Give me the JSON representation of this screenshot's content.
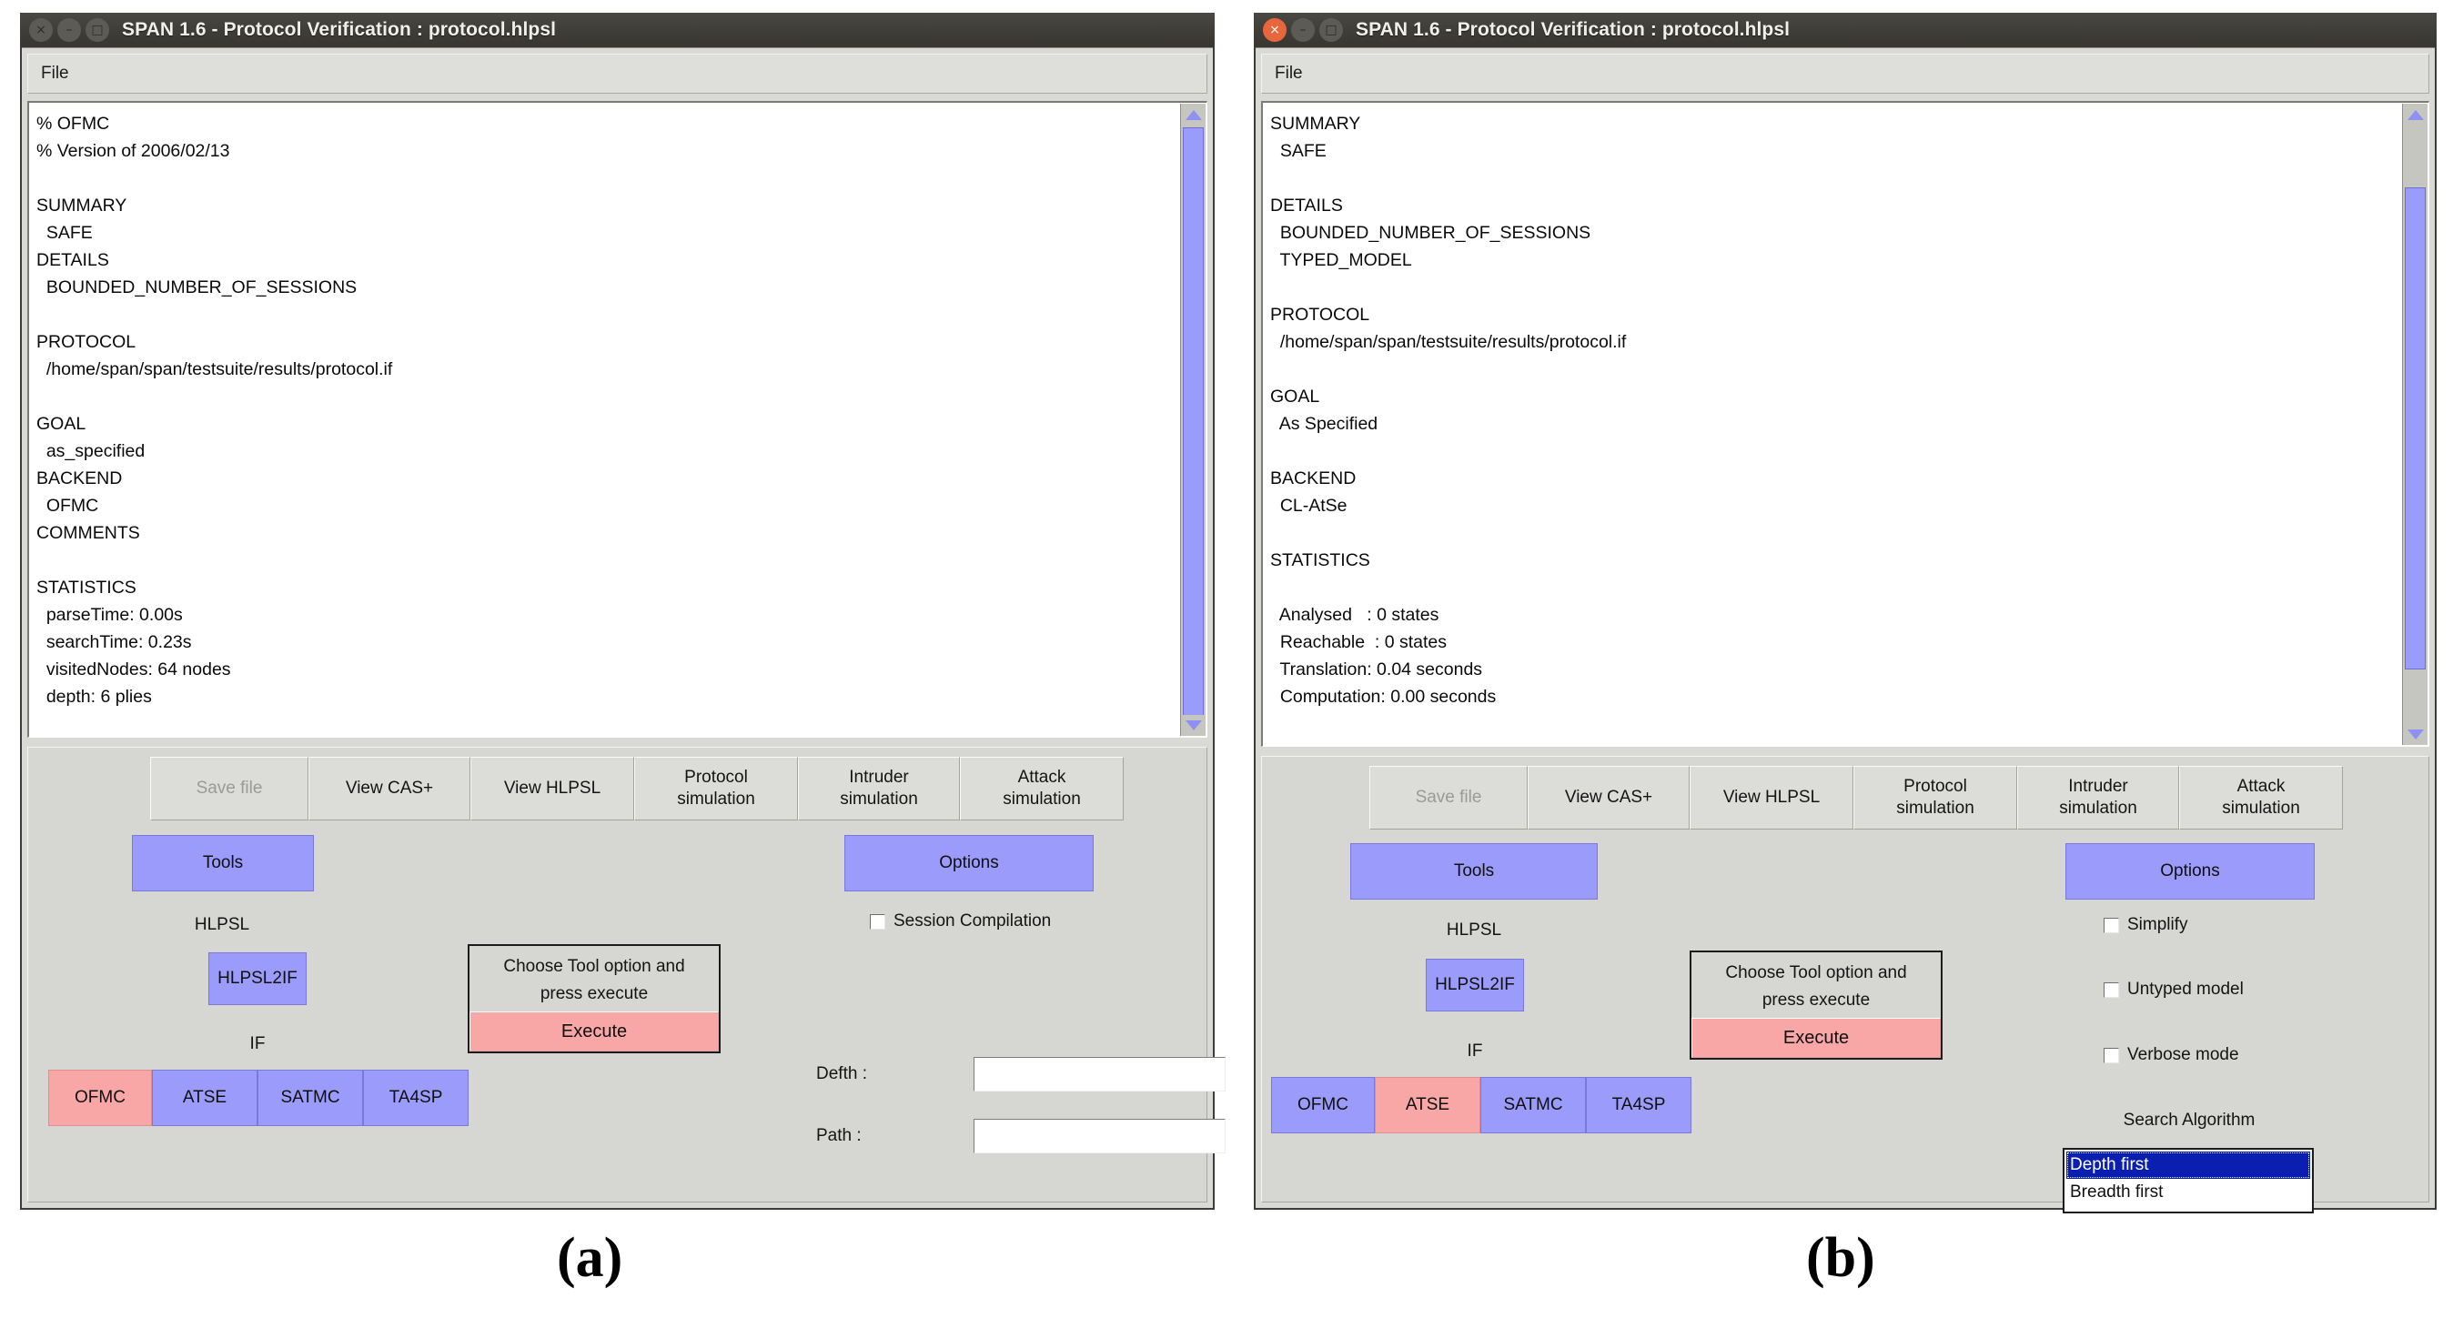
{
  "figure": {
    "label_a": "(a)",
    "label_b": "(b)"
  },
  "window_a": {
    "title": "SPAN 1.6 - Protocol Verification : protocol.hlpsl",
    "active": false,
    "controls": {
      "close": "×",
      "minimize": "–",
      "maximize": "□"
    },
    "menu": {
      "file": "File"
    },
    "report": "% OFMC\n% Version of 2006/02/13\n\nSUMMARY\n  SAFE\nDETAILS\n  BOUNDED_NUMBER_OF_SESSIONS\n\nPROTOCOL\n  /home/span/span/testsuite/results/protocol.if\n\nGOAL\n  as_specified\nBACKEND\n  OFMC\nCOMMENTS\n\nSTATISTICS\n  parseTime: 0.00s\n  searchTime: 0.23s\n  visitedNodes: 64 nodes\n  depth: 6 plies",
    "toolbar": [
      {
        "label": "Save file",
        "disabled": true
      },
      {
        "label": "View CAS+",
        "disabled": false
      },
      {
        "label": "View HLPSL",
        "disabled": false
      },
      {
        "label": "Protocol\nsimulation",
        "disabled": false
      },
      {
        "label": "Intruder\nsimulation",
        "disabled": false
      },
      {
        "label": "Attack\nsimulation",
        "disabled": false
      }
    ],
    "tools_button": "Tools",
    "options_button": "Options",
    "hlpsl_label": "HLPSL",
    "hlpsl2if_button": "HLPSL2IF",
    "if_label": "IF",
    "backends": [
      {
        "label": "OFMC",
        "selected": true
      },
      {
        "label": "ATSE",
        "selected": false
      },
      {
        "label": "SATMC",
        "selected": false
      },
      {
        "label": "TA4SP",
        "selected": false
      }
    ],
    "exec_hint": "Choose Tool option and\npress execute",
    "exec_button": "Execute",
    "options": {
      "session_compilation": {
        "label": "Session Compilation",
        "checked": false
      },
      "depth_label": "Defth :",
      "depth_value": "",
      "path_label": "Path :",
      "path_value": ""
    }
  },
  "window_b": {
    "title": "SPAN 1.6 - Protocol Verification : protocol.hlpsl",
    "active": true,
    "controls": {
      "close": "×",
      "minimize": "–",
      "maximize": "□"
    },
    "menu": {
      "file": "File"
    },
    "report": "SUMMARY\n  SAFE\n\nDETAILS\n  BOUNDED_NUMBER_OF_SESSIONS\n  TYPED_MODEL\n\nPROTOCOL\n  /home/span/span/testsuite/results/protocol.if\n\nGOAL\n  As Specified\n\nBACKEND\n  CL-AtSe\n\nSTATISTICS\n\n  Analysed   : 0 states\n  Reachable  : 0 states\n  Translation: 0.04 seconds\n  Computation: 0.00 seconds",
    "toolbar": [
      {
        "label": "Save file",
        "disabled": true
      },
      {
        "label": "View CAS+",
        "disabled": false
      },
      {
        "label": "View HLPSL",
        "disabled": false
      },
      {
        "label": "Protocol\nsimulation",
        "disabled": false
      },
      {
        "label": "Intruder\nsimulation",
        "disabled": false
      },
      {
        "label": "Attack\nsimulation",
        "disabled": false
      }
    ],
    "tools_button": "Tools",
    "options_button": "Options",
    "hlpsl_label": "HLPSL",
    "hlpsl2if_button": "HLPSL2IF",
    "if_label": "IF",
    "backends": [
      {
        "label": "OFMC",
        "selected": false
      },
      {
        "label": "ATSE",
        "selected": true
      },
      {
        "label": "SATMC",
        "selected": false
      },
      {
        "label": "TA4SP",
        "selected": false
      }
    ],
    "exec_hint": "Choose Tool option and\npress execute",
    "exec_button": "Execute",
    "options": {
      "simplify": {
        "label": "Simplify",
        "checked": false
      },
      "untyped_model": {
        "label": "Untyped model",
        "checked": false
      },
      "verbose_mode": {
        "label": "Verbose mode",
        "checked": false
      },
      "search_algorithm_label": "Search Algorithm",
      "search_algorithm_items": [
        {
          "label": "Depth first",
          "selected": true
        },
        {
          "label": "Breadth first",
          "selected": false
        }
      ]
    }
  },
  "colors": {
    "titlebar_inactive": "#403e39",
    "titlebar_active": "#3c3b36",
    "close_active": "#e8663c",
    "panel_bg": "#d6d6d2",
    "button_purple": "#9a9bfb",
    "button_pink": "#f9a6a6",
    "list_select_blue": "#0a1fb0",
    "text": "#101010"
  }
}
